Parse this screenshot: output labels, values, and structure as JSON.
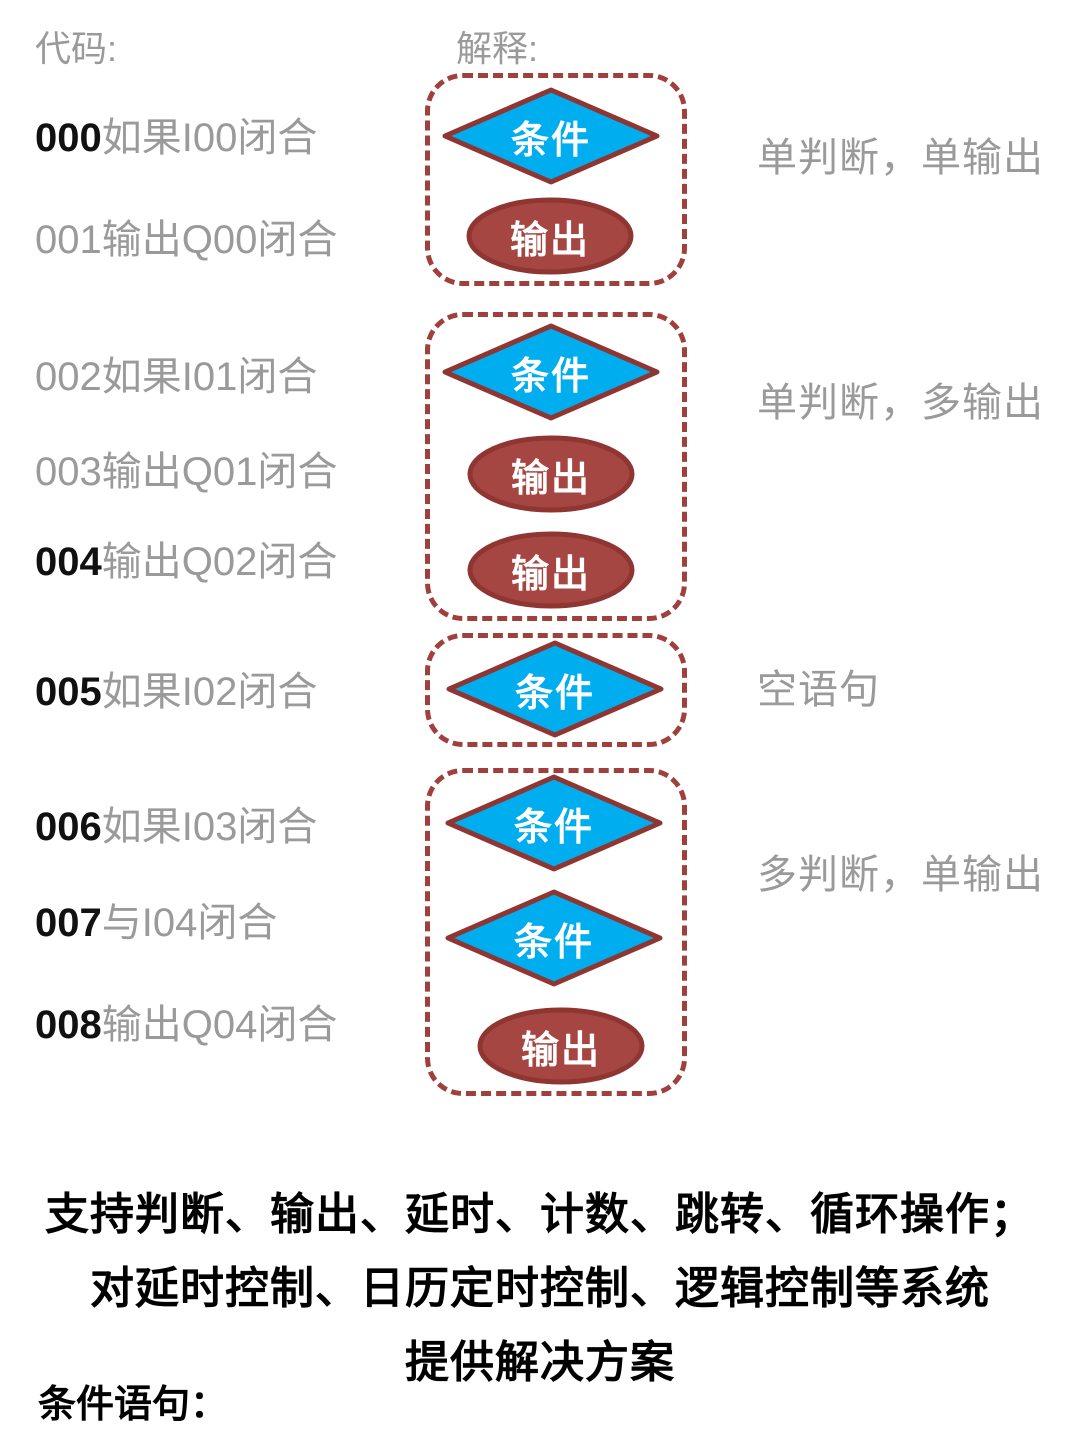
{
  "headers": {
    "code": "代码:",
    "explain": "解释:"
  },
  "code_lines": [
    {
      "num": "000",
      "text": "如果I00闭合",
      "tone": "black"
    },
    {
      "num": "001",
      "text": "输出Q00闭合",
      "tone": "gray"
    },
    {
      "num": "002",
      "text": "如果I01闭合",
      "tone": "gray"
    },
    {
      "num": "003",
      "text": "输出Q01闭合",
      "tone": "gray"
    },
    {
      "num": "004",
      "text": "输出Q02闭合",
      "tone": "black"
    },
    {
      "num": "005",
      "text": "如果I02闭合",
      "tone": "black"
    },
    {
      "num": "006",
      "text": "如果I03闭合",
      "tone": "black"
    },
    {
      "num": "007",
      "text": "与I04闭合",
      "tone": "black"
    },
    {
      "num": "008",
      "text": "输出Q04闭合",
      "tone": "black"
    }
  ],
  "diagram": {
    "groups": [
      {
        "annotation": "单判断，单输出",
        "shapes": [
          {
            "type": "diamond",
            "label": "条件"
          },
          {
            "type": "ellipse",
            "label": "输出"
          }
        ]
      },
      {
        "annotation": "单判断，多输出",
        "shapes": [
          {
            "type": "diamond",
            "label": "条件"
          },
          {
            "type": "ellipse",
            "label": "输出"
          },
          {
            "type": "ellipse",
            "label": "输出"
          }
        ]
      },
      {
        "annotation": "空语句",
        "shapes": [
          {
            "type": "diamond",
            "label": "条件"
          }
        ]
      },
      {
        "annotation": "多判断，单输出",
        "shapes": [
          {
            "type": "diamond",
            "label": "条件"
          },
          {
            "type": "diamond",
            "label": "条件"
          },
          {
            "type": "ellipse",
            "label": "输出"
          }
        ]
      }
    ]
  },
  "footer": {
    "lines": [
      "支持判断、输出、延时、计数、跳转、循环操作；",
      "对延时控制、日历定时控制、逻辑控制等系统",
      "提供解决方案"
    ],
    "section_title": "条件语句："
  },
  "colors": {
    "gray": "#9a9a9a",
    "blue": "#00adee",
    "shapered": "#8f3532",
    "ellipsered": "#a64642",
    "dashred": "#a0403c"
  }
}
